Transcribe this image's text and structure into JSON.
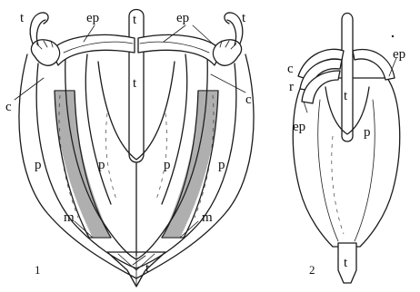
{
  "figure1": {
    "number": "1",
    "labels": {
      "t": "t",
      "ep": "ep",
      "c": "c",
      "p": "p",
      "m": "m"
    }
  },
  "figure2": {
    "number": "2",
    "labels": {
      "t": "t",
      "ep": "ep",
      "c": "c",
      "r": "r",
      "p": "p"
    }
  }
}
